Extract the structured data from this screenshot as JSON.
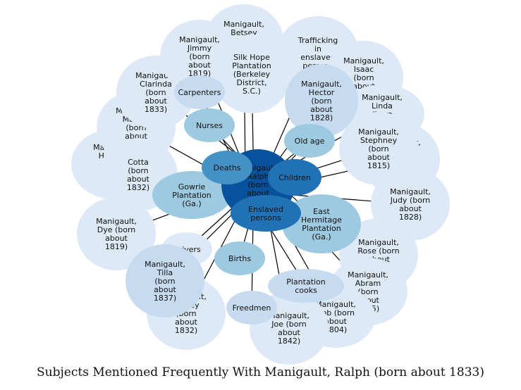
{
  "caption": "Subjects Mentioned Frequently With Manigault, Ralph (born about 1833)",
  "palette": {
    "outer": "#dde9f6",
    "light": "#c6dbef",
    "mid": "#9ecae1",
    "medium": "#4292c6",
    "dark": "#2171b5",
    "darkest": "#08519c",
    "edge": "#000000"
  },
  "center": {
    "id": "ralph",
    "label": "Manigault, Ralph (born about 1833)"
  },
  "nodes": [
    {
      "id": "betsey",
      "label": "Manigault, Betsey (born about 1833)",
      "tone": "outer"
    },
    {
      "id": "jimmy",
      "label": "Manigault, Jimmy (born about 1819)",
      "tone": "outer"
    },
    {
      "id": "silk",
      "label": "Silk Hope Plantation (Berkeley District, S.C.)",
      "tone": "outer"
    },
    {
      "id": "trafficking",
      "label": "Trafficking in enslaved persons",
      "tone": "outer"
    },
    {
      "id": "isaac",
      "label": "Manigault, Isaac (born about 1819)",
      "tone": "outer"
    },
    {
      "id": "hector",
      "label": "Manigault, Hector (born about 1828)",
      "tone": "light"
    },
    {
      "id": "clarinda",
      "label": "Manigault, Clarinda (born about 1833)",
      "tone": "outer"
    },
    {
      "id": "carpenters",
      "label": "Carpenters",
      "tone": "light"
    },
    {
      "id": "linda",
      "label": "Manigault, Linda (born about 1828)",
      "tone": "outer"
    },
    {
      "id": "martha",
      "label": "Manigault, Martha (born about 1837)",
      "tone": "outer"
    },
    {
      "id": "nurses",
      "label": "Nurses",
      "tone": "mid"
    },
    {
      "id": "oldage",
      "label": "Old age",
      "tone": "mid"
    },
    {
      "id": "stephney",
      "label": "Manigault, Stephney (born about 1815)",
      "tone": "outer"
    },
    {
      "id": "unk1",
      "label": "Manigault, Charles (born about 1821)",
      "tone": "outer"
    },
    {
      "id": "unk2",
      "label": "Manigault, Hannah (born about 1831)",
      "tone": "outer"
    },
    {
      "id": "deaths",
      "label": "Deaths",
      "tone": "medium"
    },
    {
      "id": "children",
      "label": "Children",
      "tone": "dark"
    },
    {
      "id": "cotta",
      "label": "Cotta (born about 1832)",
      "tone": "outer"
    },
    {
      "id": "gowrie",
      "label": "Gowrie Plantation (Ga.)",
      "tone": "mid"
    },
    {
      "id": "bornabout1828",
      "label": "Manigault, Judy (born about 1828)",
      "tone": "outer"
    },
    {
      "id": "eastherm",
      "label": "East Hermitage Plantation (Ga.)",
      "tone": "mid"
    },
    {
      "id": "enslaved",
      "label": "Enslaved persons",
      "tone": "dark"
    },
    {
      "id": "dye",
      "label": "Manigault, Dye (born about 1819)",
      "tone": "outer"
    },
    {
      "id": "drivers",
      "label": "Drivers",
      "tone": "outer"
    },
    {
      "id": "rose",
      "label": "Manigault, Rose (born about 1844)",
      "tone": "outer"
    },
    {
      "id": "births",
      "label": "Births",
      "tone": "mid"
    },
    {
      "id": "tilla",
      "label": "Manigault, Tilla (born about 1837)",
      "tone": "light"
    },
    {
      "id": "bornabout1815",
      "label": "Manigault, Abram (born about 1815)",
      "tone": "outer"
    },
    {
      "id": "cooks",
      "label": "Plantation cooks",
      "tone": "light"
    },
    {
      "id": "sidney",
      "label": "Manigault, Sidney (born about 1832)",
      "tone": "outer"
    },
    {
      "id": "freedmen",
      "label": "Freedmen",
      "tone": "light"
    },
    {
      "id": "bob",
      "label": "Manigault, Bob (born about 1804)",
      "tone": "outer"
    },
    {
      "id": "joe",
      "label": "Manigault, Joe (born about 1842)",
      "tone": "outer"
    }
  ]
}
